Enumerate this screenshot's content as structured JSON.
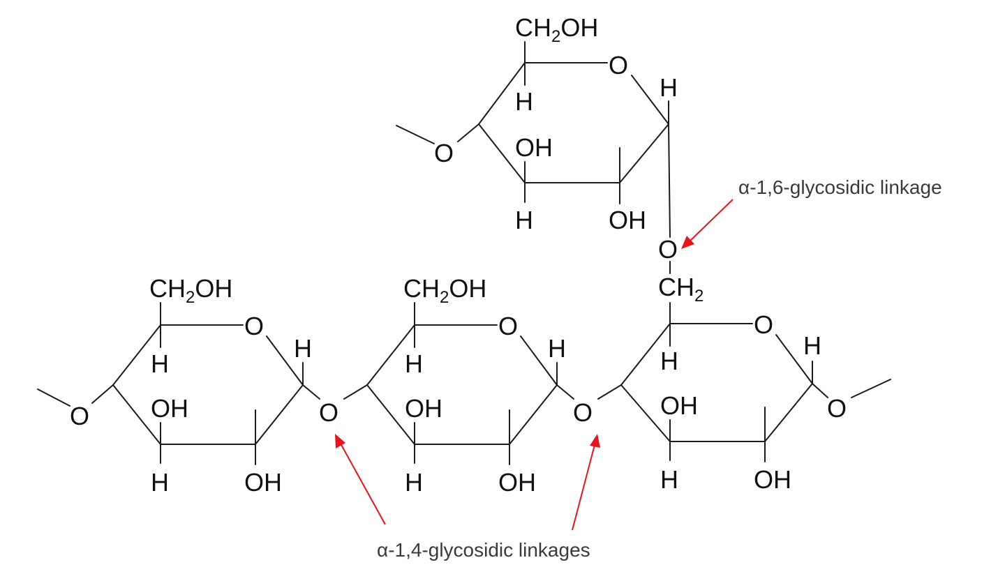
{
  "labels": {
    "ch2oh": "CH",
    "ch2oh_sub": "2",
    "ch2oh_tail": "OH",
    "ch2": "CH",
    "ch2_sub": "2",
    "oxygen": "O",
    "hydrogen": "H",
    "hydroxyl": "OH"
  },
  "annotations": {
    "alpha16": "α-1,6-glycosidic linkage",
    "alpha14": "α-1,4-glycosidic linkages"
  },
  "colors": {
    "bond": "#1a1a1a",
    "arrow": "#e8141b",
    "annotation_text": "#3a3a3a"
  }
}
